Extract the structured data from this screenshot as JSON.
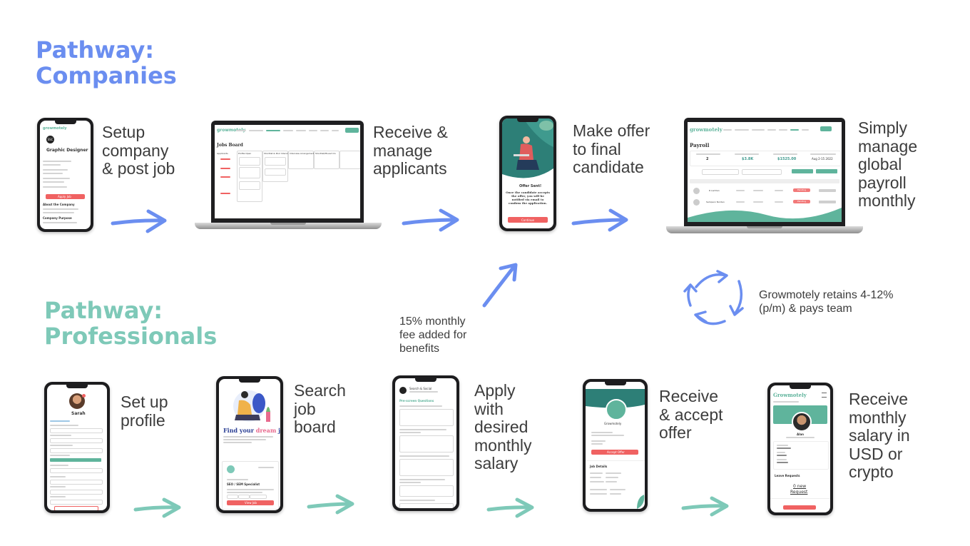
{
  "headings": {
    "companies_line1": "Pathway:",
    "companies_line2": "Companies",
    "professionals_line1": "Pathway:",
    "professionals_line2": "Professionals"
  },
  "companies_steps": [
    {
      "lines": [
        "Setup",
        "company",
        "& post job"
      ]
    },
    {
      "lines": [
        "Receive &",
        "manage",
        "applicants"
      ]
    },
    {
      "lines": [
        "Make offer",
        "to final",
        "candidate"
      ]
    },
    {
      "lines": [
        "Simply",
        "manage",
        "global",
        "payroll",
        "monthly"
      ]
    }
  ],
  "professionals_steps": [
    {
      "lines": [
        "Set up",
        "profile"
      ]
    },
    {
      "lines": [
        "Search",
        "job",
        "board"
      ]
    },
    {
      "lines": [
        "Apply",
        "with",
        "desired",
        "monthly",
        "salary"
      ]
    },
    {
      "lines": [
        "Receive",
        "& accept",
        "offer"
      ]
    },
    {
      "lines": [
        "Receive",
        "monthly",
        "salary in",
        "USD or",
        "crypto"
      ]
    }
  ],
  "notes": {
    "fee": [
      "15% monthly",
      "fee added for",
      "benefits"
    ],
    "retain": [
      "Growmotely retains 4-12%",
      "(p/m) & pays team"
    ]
  },
  "screens": {
    "job_title": "Graphic Designer",
    "job_logo": "SSC",
    "job_button": "Apply Job",
    "job_about": "About the Company",
    "job_purpose": "Company Purpose",
    "brand": "growmotely",
    "brand_caps": "Growmotely",
    "jobs_board": "Jobs Board",
    "kanban_cols": [
      "Applicants",
      "Profile Open",
      "Shortlist & Pool Interviews",
      "Interview Arrangements",
      "Shortlist/Moved On"
    ],
    "offer_title": "Offer Sent!",
    "offer_text": "Once the candidate accepts the offer, you will be notified via email to confirm the application.",
    "offer_button": "Continue",
    "payroll_title": "Payroll",
    "payroll_stats": [
      "2",
      "$3.8K",
      "$1525.00",
      "Aug 2-15 2022"
    ],
    "payroll_status": "Pending",
    "payroll_names": [
      "R Lachlan",
      "Sampson Norden"
    ],
    "profile_name": "Sarah",
    "dream_prefix": "Find your",
    "dream_word": "dream",
    "dream_suffix": "job",
    "job_card_title": "SEO / SEM Specialist",
    "job_card_button": "View Job",
    "apply_company": "Search & Social",
    "apply_heading": "Pre-screen Questions",
    "offer_company": "Growmotely",
    "offer_accept": "Accept Offer",
    "offer_details": "Job Details",
    "member_name": "Alan",
    "leave_title": "Leave Requests",
    "leave_count": "0 new",
    "leave_label": "Request"
  },
  "colors": {
    "companies": "#6b8ef0",
    "professionals": "#7ec9b8",
    "accent_red": "#f06262",
    "brand_green": "#5fb49c"
  }
}
